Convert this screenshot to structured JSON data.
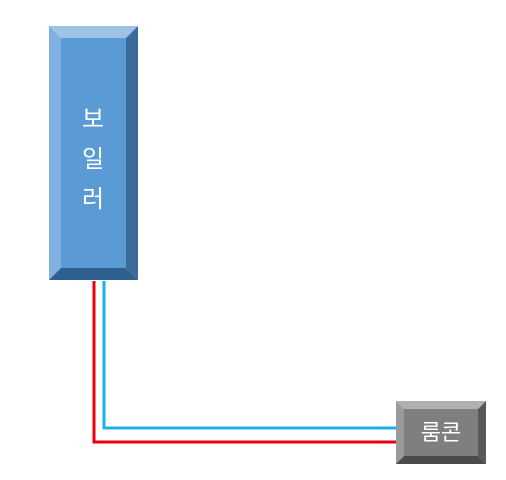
{
  "boiler": {
    "label_chars": [
      "보",
      "일",
      "러"
    ],
    "colors": {
      "face": "#5b9bd5",
      "top_bevel": "#9dc3e6",
      "left_bevel": "#7fb0df",
      "right_bevel": "#3d6b99",
      "bottom_bevel": "#2f5f8f",
      "text": "#ffffff"
    }
  },
  "room_controller": {
    "label": "룸콘",
    "colors": {
      "face": "#7f7f7f",
      "top_bevel": "#b0b0b0",
      "left_bevel": "#9a9a9a",
      "right_bevel": "#595959",
      "bottom_bevel": "#4a4a4a",
      "text": "#ffffff"
    }
  },
  "wires": {
    "blue_color": "#1ab0e8",
    "red_color": "#e8000b"
  }
}
